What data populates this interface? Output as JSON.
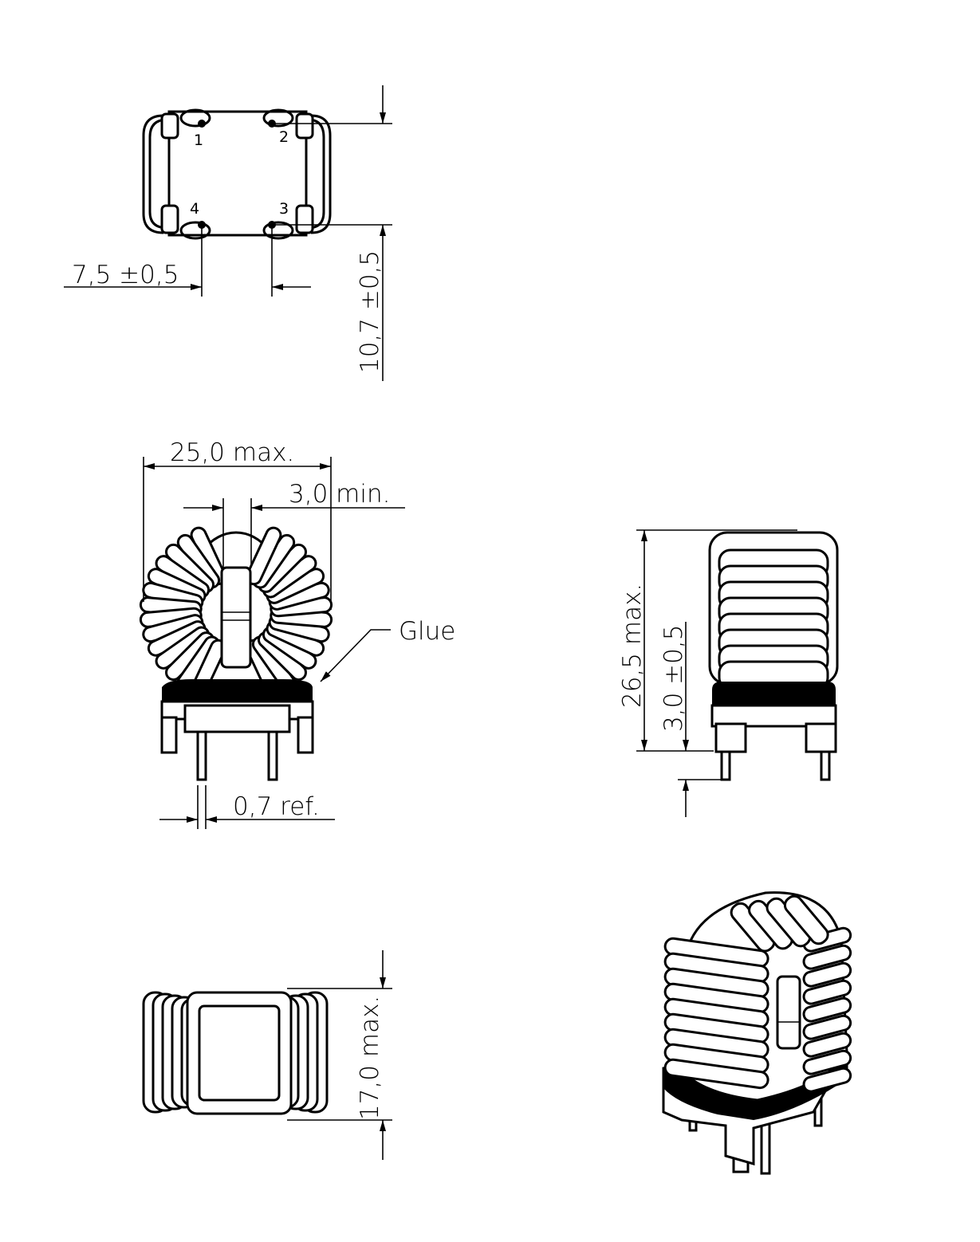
{
  "top_view": {
    "pins": [
      "1",
      "2",
      "3",
      "4"
    ],
    "dim_pin_pitch": "7,5 ±0,5",
    "dim_row_pitch": "10,7 ±0,5"
  },
  "front_view": {
    "dim_width": "25,0 max.",
    "dim_gap": "3,0 min.",
    "dim_pin_diameter": "0,7 ref.",
    "glue_label": "Glue"
  },
  "side_view": {
    "dim_height": "26,5 max.",
    "dim_pin_length": "3,0 ±0,5"
  },
  "bottom_view": {
    "dim_depth": "17,0 max."
  },
  "colors": {
    "line": "#000000",
    "background": "#ffffff"
  }
}
